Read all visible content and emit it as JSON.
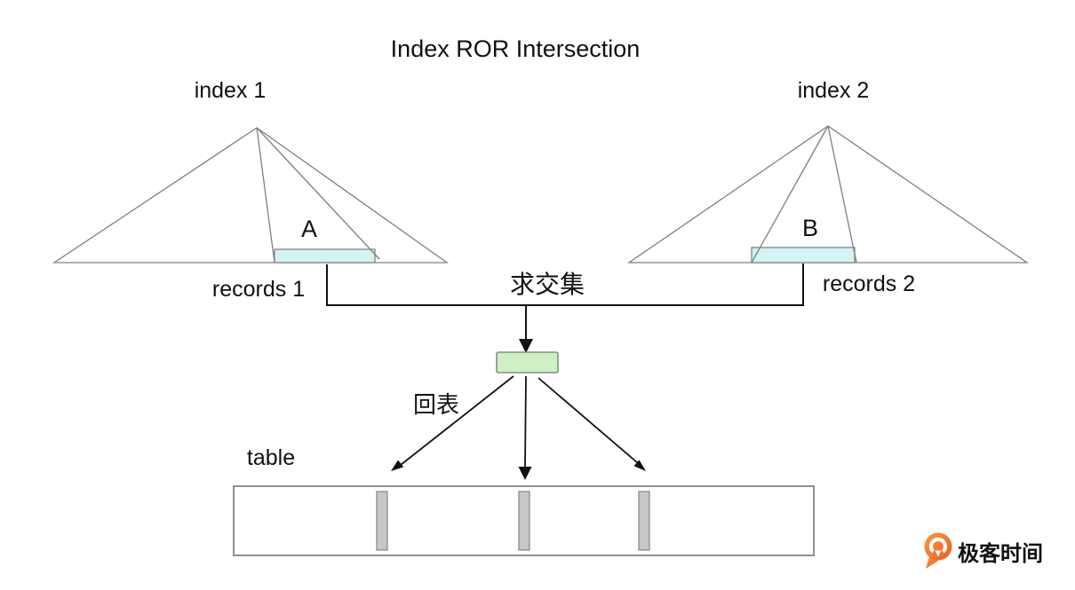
{
  "title": "Index ROR Intersection",
  "index1": {
    "label": "index 1",
    "range_label": "A",
    "records_label": "records 1"
  },
  "index2": {
    "label": "index 2",
    "range_label": "B",
    "records_label": "records 2"
  },
  "labels": {
    "intersect": "求交集",
    "back_to_table": "回表",
    "table": "table"
  },
  "logo": {
    "text": "极客时间"
  },
  "colors": {
    "range_fill": "#d2f4f6",
    "range_stroke": "#8a8a8a",
    "result_fill": "#cdf0c4",
    "result_stroke": "#8a8a8a",
    "row_fill": "#c7c7c7",
    "row_stroke": "#858585",
    "table_stroke": "#8f8f8f",
    "tree_line": "#7f7f7f",
    "connector_black": "#111111",
    "logo_orange": "#f2702a",
    "logo_text": "#4a4a4a"
  }
}
